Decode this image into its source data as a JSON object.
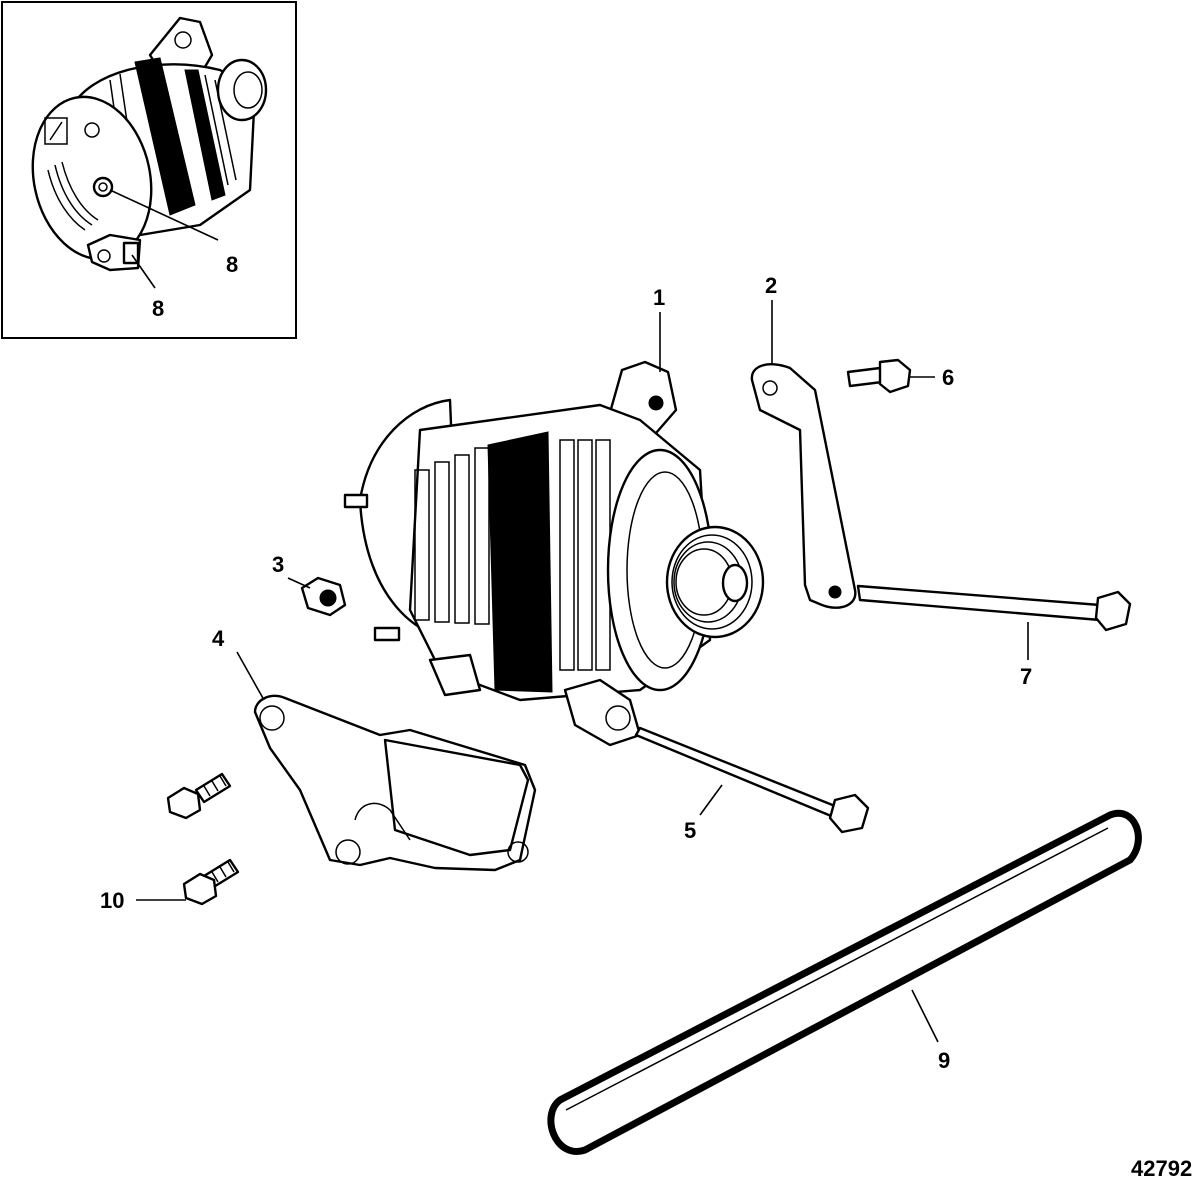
{
  "callouts": {
    "c1": "1",
    "c2": "2",
    "c3": "3",
    "c4": "4",
    "c5": "5",
    "c6": "6",
    "c7": "7",
    "c8a": "8",
    "c8b": "8",
    "c9": "9",
    "c10": "10"
  },
  "figure_number": "42792"
}
